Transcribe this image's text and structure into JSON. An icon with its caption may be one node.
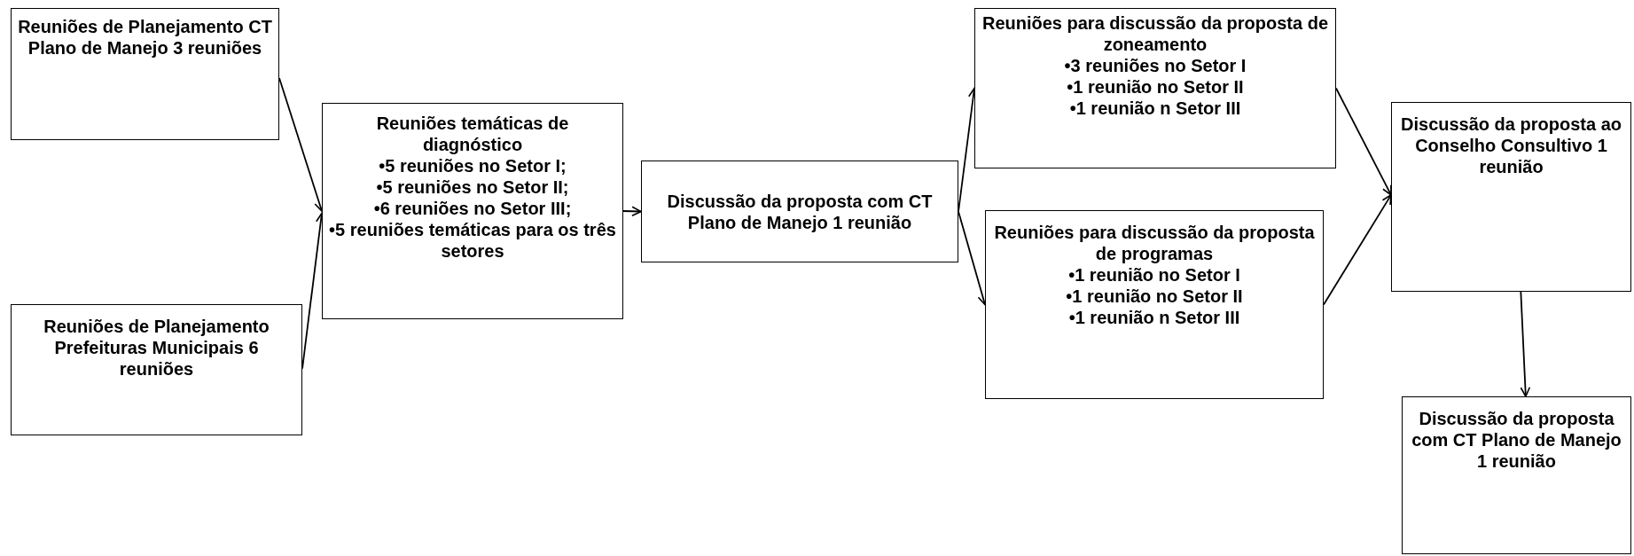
{
  "diagram": {
    "nodes": [
      {
        "text": [
          "Reuniões de Planejamento CT Plano de Manejo 3 reuniões"
        ]
      },
      {
        "text": [
          "Reuniões de Planejamento Prefeituras Municipais 6 reuniões"
        ]
      },
      {
        "text": [
          "Reuniões temáticas de diagnóstico",
          "•5 reuniões no Setor I;",
          "•5 reuniões no Setor II;",
          "•6 reuniões no Setor III;",
          "•5 reuniões temáticas para os três setores"
        ]
      },
      {
        "text": [
          "Discussão da proposta com CT Plano de Manejo 1 reunião"
        ]
      },
      {
        "text": [
          "Reuniões para discussão da proposta de zoneamento",
          "•3 reuniões no Setor I",
          "•1 reunião no Setor II",
          "•1 reunião n Setor III"
        ]
      },
      {
        "text": [
          "Reuniões para discussão da proposta de programas",
          "•1 reunião no Setor I",
          "•1 reunião no Setor II",
          "•1 reunião n Setor III"
        ]
      },
      {
        "text": [
          "Discussão da proposta ao Conselho Consultivo 1 reunião"
        ]
      },
      {
        "text": [
          "Discussão da proposta com CT Plano de Manejo 1 reunião"
        ]
      }
    ],
    "edges": [
      {
        "from": 0,
        "to": 2,
        "arrow": "to"
      },
      {
        "from": 1,
        "to": 2,
        "arrow": "to"
      },
      {
        "from": 2,
        "to": 3,
        "arrow": "to"
      },
      {
        "from": 3,
        "to": 4,
        "arrow": "to"
      },
      {
        "from": 3,
        "to": 5,
        "arrow": "to"
      },
      {
        "from": 4,
        "to": 6,
        "arrow": "to"
      },
      {
        "from": 5,
        "to": 6,
        "arrow": "to"
      },
      {
        "from": 6,
        "to": 7,
        "arrow": "to"
      }
    ]
  }
}
